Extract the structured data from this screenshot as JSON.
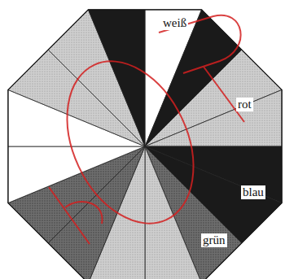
{
  "diagram": {
    "labels": [
      "weiß",
      "rot",
      "blau",
      "grün"
    ]
  }
}
